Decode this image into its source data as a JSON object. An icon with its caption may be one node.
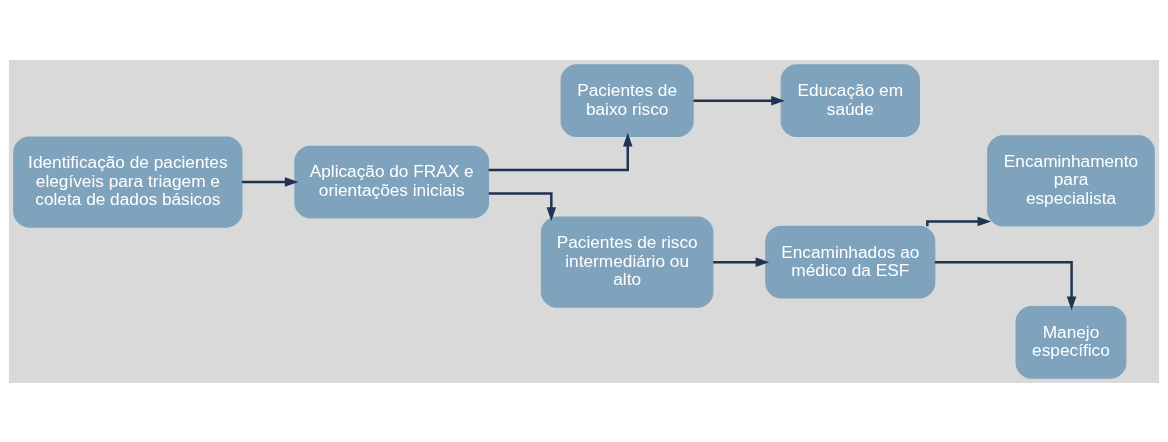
{
  "diagram": {
    "nodes": [
      {
        "text": [
          "Identificação de pacientes elegíveis para triagem e coleta de dados básicos"
        ]
      },
      {
        "text": [
          "Aplicação do FRAX e orientações iniciais"
        ]
      },
      {
        "text": [
          "Pacientes de baixo risco"
        ]
      },
      {
        "text": [
          "Educação em saúde"
        ]
      },
      {
        "text": [
          "Pacientes de risco intermediário ou alto"
        ]
      },
      {
        "text": [
          "Encaminhados ao médico da ESF"
        ]
      },
      {
        "text": [
          "Encaminhamento para especialista"
        ]
      },
      {
        "text": [
          "Manejo específico"
        ]
      }
    ],
    "edges": [
      {
        "from": 0,
        "to": 1,
        "arrow": "to"
      },
      {
        "from": 1,
        "to": 2,
        "arrow": "to"
      },
      {
        "from": 1,
        "to": 4,
        "arrow": "to"
      },
      {
        "from": 2,
        "to": 3,
        "arrow": "to"
      },
      {
        "from": 4,
        "to": 5,
        "arrow": "to"
      },
      {
        "from": 5,
        "to": 6,
        "arrow": "to"
      },
      {
        "from": 5,
        "to": 7,
        "arrow": "to"
      }
    ]
  }
}
